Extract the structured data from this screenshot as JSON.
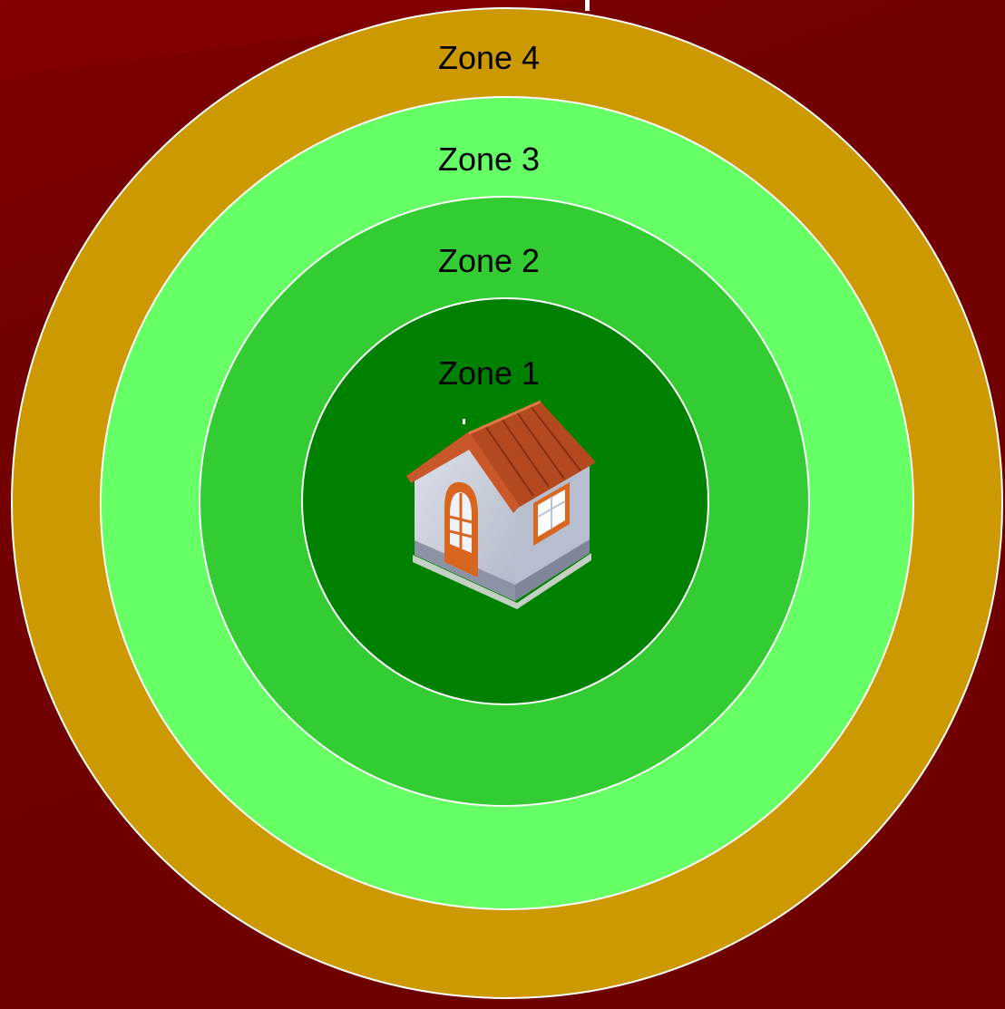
{
  "diagram": {
    "zones": [
      {
        "label": "Zone 4",
        "color": "#CC9900"
      },
      {
        "label": "Zone 3",
        "color": "#66FF66"
      },
      {
        "label": "Zone 2",
        "color": "#33CC33"
      },
      {
        "label": "Zone 1",
        "color": "#008000"
      }
    ],
    "ring_stroke": "#FFFFFF",
    "background": "#730000",
    "center_icon": "house-icon"
  }
}
